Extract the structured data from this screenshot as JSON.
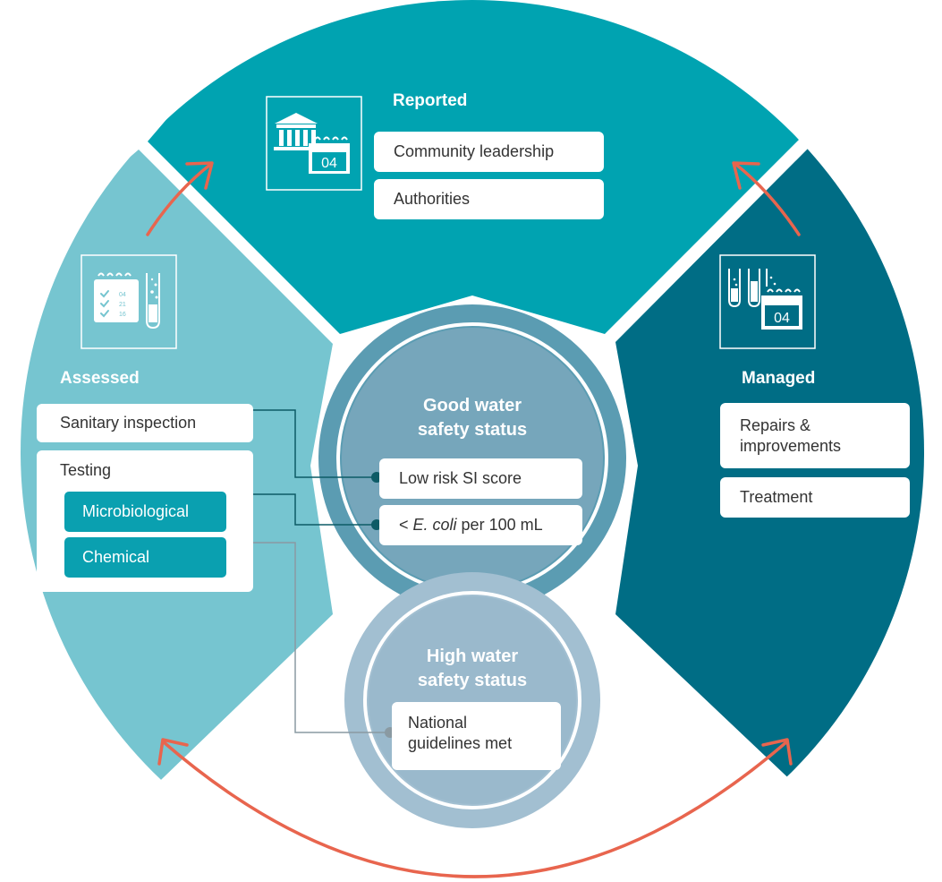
{
  "colors": {
    "reported": "#00a3b1",
    "assessed": "#76c5d0",
    "managed": "#006d85",
    "good_outer": "#5b9cb2",
    "good_inner": "#76a6bb",
    "high_outer": "#a2bfd1",
    "high_inner": "#9ab9cc",
    "arrow": "#e8654e",
    "connector_dark": "#0d5b66",
    "connector_gray": "#8a9aa2",
    "teal_button": "#0aa0b0"
  },
  "reported": {
    "heading": "Reported",
    "items": [
      "Community leadership",
      "Authorities"
    ],
    "icon": "government-building-calendar-icon",
    "icon_number": "04"
  },
  "assessed": {
    "heading": "Assessed",
    "items": {
      "sanitary": "Sanitary inspection",
      "testing": "Testing",
      "microbiological": "Microbiological",
      "chemical": "Chemical"
    },
    "icon": "checklist-calendar-test-tube-icon",
    "icon_numbers": [
      "04",
      "21",
      "16"
    ]
  },
  "managed": {
    "heading": "Managed",
    "items": [
      "Repairs & improvements",
      "Treatment"
    ],
    "icon": "test-tubes-calendar-icon",
    "icon_number": "04"
  },
  "good_status": {
    "title_line1": "Good water",
    "title_line2": "safety status",
    "criteria": {
      "si_score": "Low risk SI score",
      "ecoli_prefix": "< ",
      "ecoli_species": "E. coli",
      "ecoli_suffix": " per 100 mL"
    }
  },
  "high_status": {
    "title_line1": "High water",
    "title_line2": "safety status",
    "criteria": [
      "National",
      "guidelines met"
    ]
  }
}
